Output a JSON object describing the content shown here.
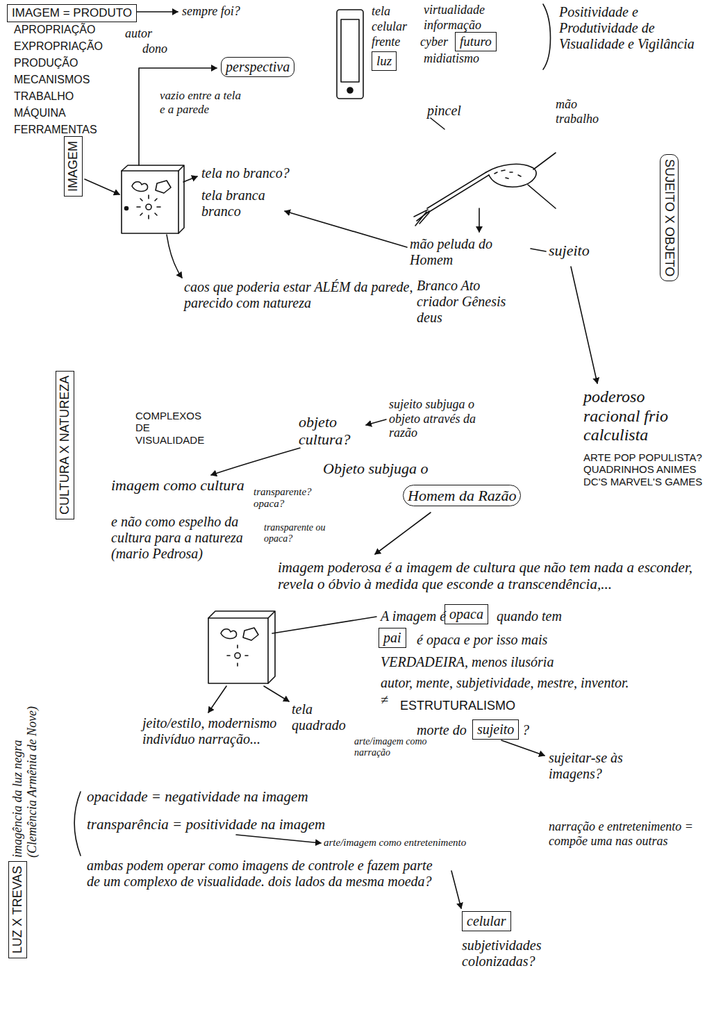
{
  "diagram": {
    "nodes": [
      {
        "text": [
          "IMAGEM = PRODUTO"
        ]
      },
      {
        "text": [
          "perspectiva"
        ]
      },
      {
        "text": [
          "luz"
        ]
      },
      {
        "text": [
          "futuro"
        ]
      },
      {
        "text": [
          "IMAGEM"
        ]
      },
      {
        "text": [
          "SUJEITO X OBJETO"
        ]
      },
      {
        "text": [
          "CULTURA X NATUREZA"
        ]
      },
      {
        "text": [
          "Homem da Razão"
        ]
      },
      {
        "text": [
          "opaca"
        ]
      },
      {
        "text": [
          "pai"
        ]
      },
      {
        "text": [
          "sujeito"
        ]
      },
      {
        "text": [
          "celular"
        ]
      },
      {
        "text": [
          "LUZ X TREVAS"
        ]
      }
    ],
    "labels": [
      "sempre foi?",
      "APROPRIAÇÃO",
      "autor",
      "EXPROPRIAÇÃO",
      "dono",
      "PRODUÇÃO",
      "MECANISMOS",
      "TRABALHO",
      "MÁQUINA",
      "FERRAMENTAS",
      "tela",
      "celular",
      "frente",
      "virtualidade",
      "informação",
      "cyber",
      "midiatismo",
      "Positividade e Produtividade de Visualidade e Vigilância",
      "pincel",
      "mão trabalho",
      "vazio entre a tela e a parede",
      "tela no branco?",
      "tela branca branco",
      "caos que poderia estar ALÉM da parede, parecido com natureza",
      "mão peluda do Homem",
      "sujeito",
      "Branco Ato criador Gênesis deus",
      "poderoso racional frio calculista",
      "objeto cultura?",
      "sujeito subjuga o objeto através da razão",
      "COMPLEXOS DE VISUALIDADE",
      "imagem como cultura",
      "transparente? opaca?",
      "e não como espelho da cultura para a natureza (mario Pedrosa)",
      "transparente ou opaca?",
      "Objeto subjuga o",
      "ARTE POP POPULISTA? QUADRINHOS ANIMES DC'S MARVEL'S GAMES",
      "imagem poderosa é a imagem de cultura que não tem nada a esconder, revela o óbvio à medida que esconde a transcendência,...",
      "A imagem é",
      "quando tem",
      "é opaca e por isso mais",
      "VERDADEIRA, menos ilusória",
      "autor, mente, subjetividade, mestre, inventor.",
      "tela quadrado",
      "≠",
      "ESTRUTURALISMO",
      "morte do",
      "?",
      "sujeitar-se às imagens?",
      "jeito/estilo, modernismo indivíduo narração...",
      "arte/imagem como narração",
      "opacidade = negatividade na imagem",
      "transparência = positividade na imagem",
      "arte/imagem como entretenimento",
      "narração e entretenimento = compõe uma nas outras",
      "ambas podem operar como imagens de controle e fazem parte de um complexo de visualidade. dois lados da mesma moeda?",
      "subjetividades colonizadas?",
      "imagência da luz negra (Clemência Armênia de Nove)"
    ]
  }
}
